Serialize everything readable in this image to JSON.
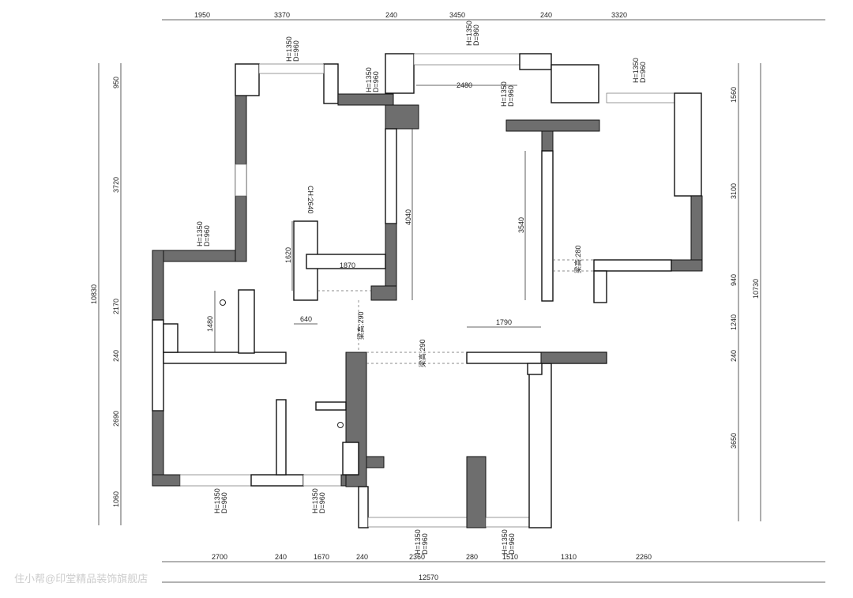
{
  "top_dims": [
    "1950",
    "3370",
    "240",
    "3450",
    "240",
    "3320"
  ],
  "bottom_dims": [
    "2700",
    "240",
    "1670",
    "240",
    "2360",
    "280",
    "1510",
    "1310",
    "2260"
  ],
  "bottom_total": "12570",
  "left_dims": [
    "950",
    "3720",
    "2170",
    "240",
    "2690",
    "1060"
  ],
  "left_total": "10830",
  "right_dims": [
    "1560",
    "3100",
    "940",
    "1240",
    "240",
    "3650"
  ],
  "right_total": "10730",
  "window_h": "H=1350",
  "window_d": "D=960",
  "interior": {
    "ch": "CH:2640",
    "d2480": "2480",
    "d4040": "4040",
    "d1620": "1620",
    "d1870": "1870",
    "d640": "640",
    "d1480": "1480",
    "beam1": "梁高:290",
    "beam2": "梁高:290",
    "d1790": "1790",
    "d3540": "3540",
    "beam3": "梁高:280"
  },
  "watermark": "住小帮@印堂精品装饰旗舰店"
}
